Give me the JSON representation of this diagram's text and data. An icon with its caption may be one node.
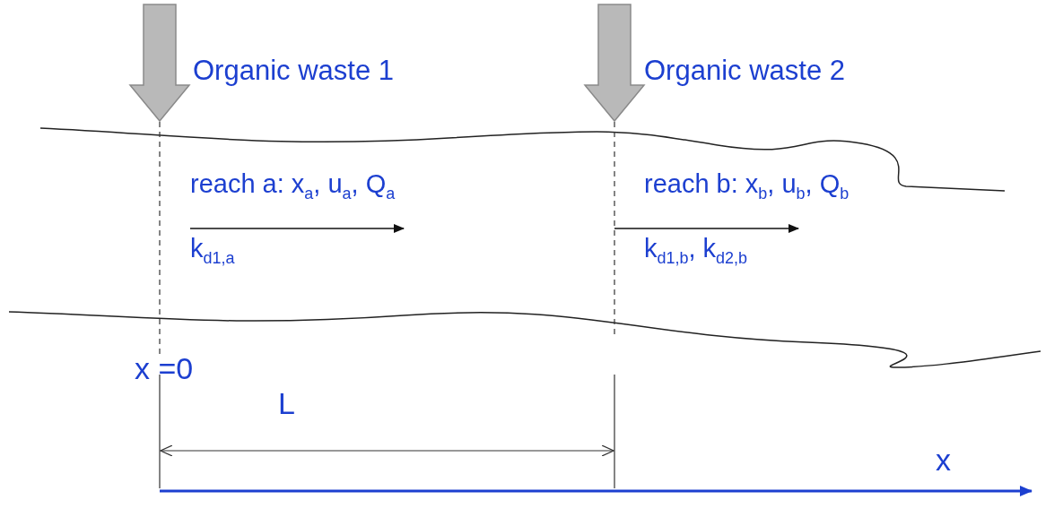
{
  "diagram": {
    "labels": [
      "Organic waste 1",
      "Organic waste 2",
      "reach a: x$_{a}$, u$_{a}$, Q$_{a}$",
      "reach b: x$_{b}$, u$_{b}$, Q$_{b}$",
      "k$_{d1,a}$",
      "k$_{d1,b}$, k$_{d2,b}$",
      "x =0",
      "L",
      "x"
    ]
  }
}
